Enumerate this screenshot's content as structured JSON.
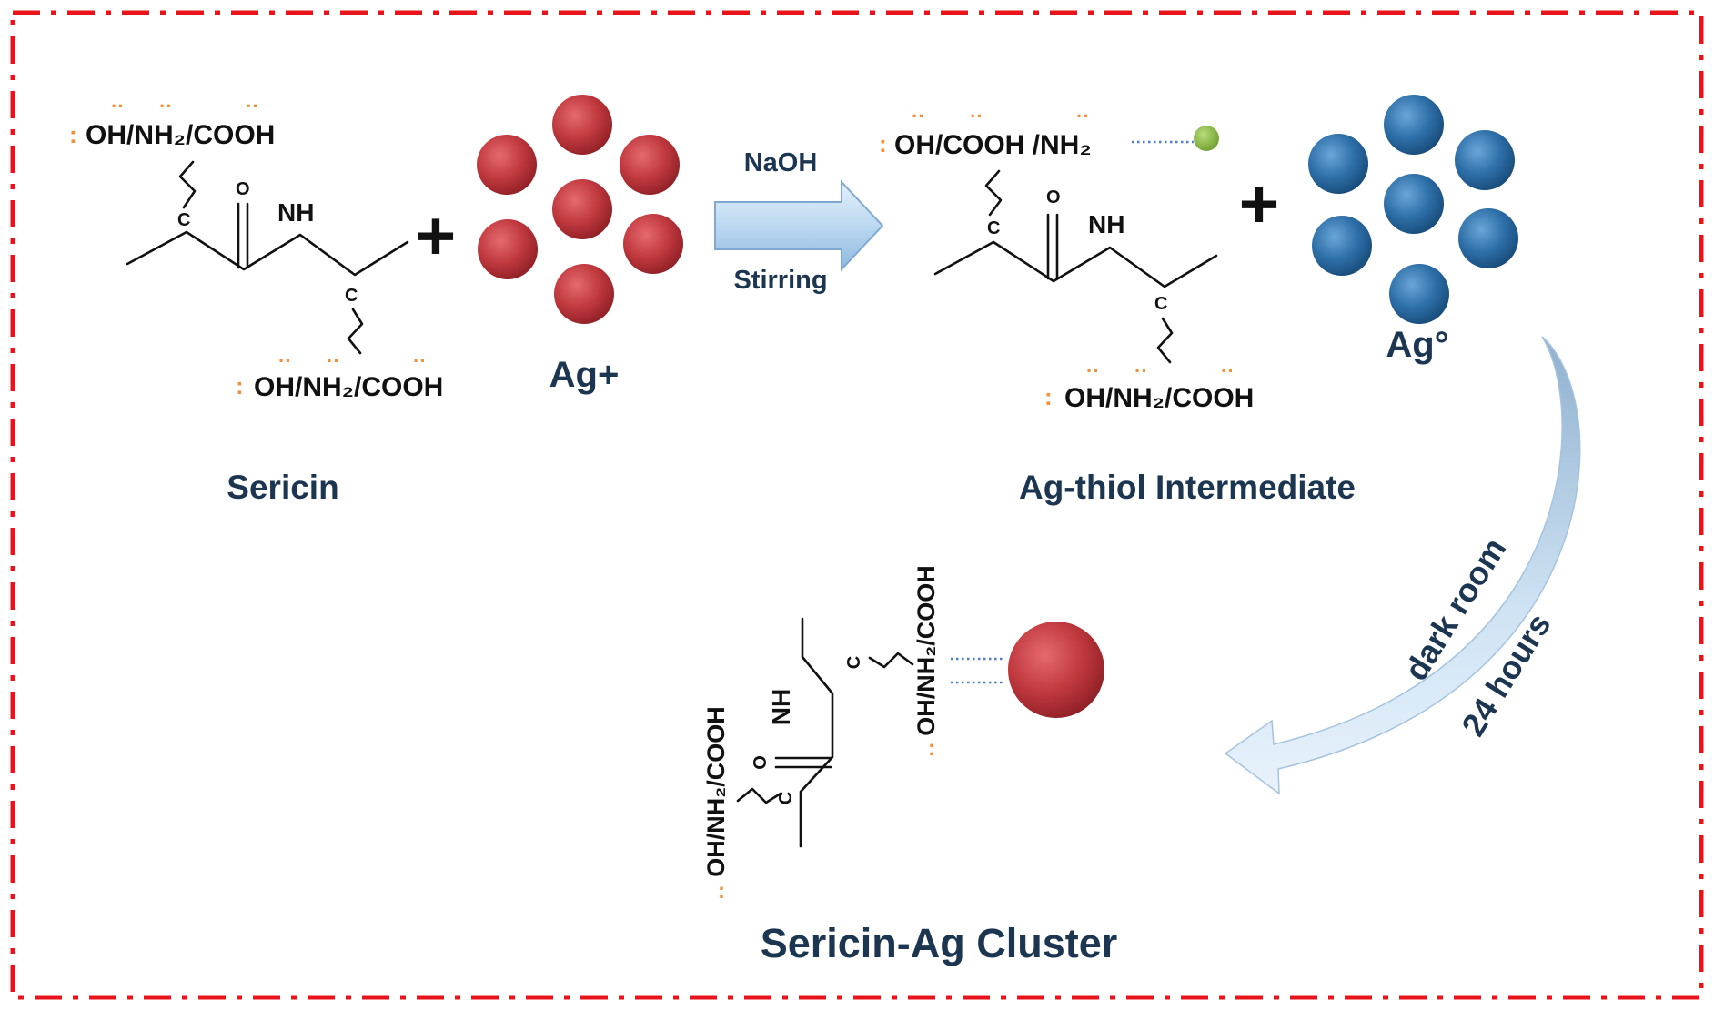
{
  "colors": {
    "border": "#e8141c",
    "ag_ion": "#c0393f",
    "ag_zero": "#2e6fa8",
    "green": "#8fc043",
    "label_text": "#1c3550",
    "lone_pair": "#f0913a",
    "arrow_fill": "#bcd9f1"
  },
  "sericin": {
    "top_group": "OH/NH₂/COOH",
    "bottom_group": "OH/NH₂/COOH",
    "carbon_top": "C",
    "carbon_bottom": "C",
    "oxygen": "O",
    "amine": "NH",
    "label": "Sericin"
  },
  "plus_sign": "+",
  "ag_ion_label": "Ag+",
  "reaction_arrow": {
    "top_label": "NaOH",
    "bottom_label": "Stirring"
  },
  "intermediate": {
    "top_group": "OH/COOH /NH₂",
    "bottom_group": "OH/NH₂/COOH",
    "carbon_top": "C",
    "carbon_bottom": "C",
    "oxygen": "O",
    "amine": "NH",
    "label": "Ag-thiol Intermediate"
  },
  "ag_zero_label": "Ag°",
  "curved_arrow": {
    "line1": "dark room",
    "line2": "24 hours"
  },
  "cluster": {
    "right_group": "OH/NH₂/COOH",
    "left_group": "OH/NH₂/COOH",
    "carbon_top": "C",
    "carbon_bottom": "C",
    "oxygen": "O",
    "amine": "NH",
    "label": "Sericin-Ag Cluster"
  }
}
